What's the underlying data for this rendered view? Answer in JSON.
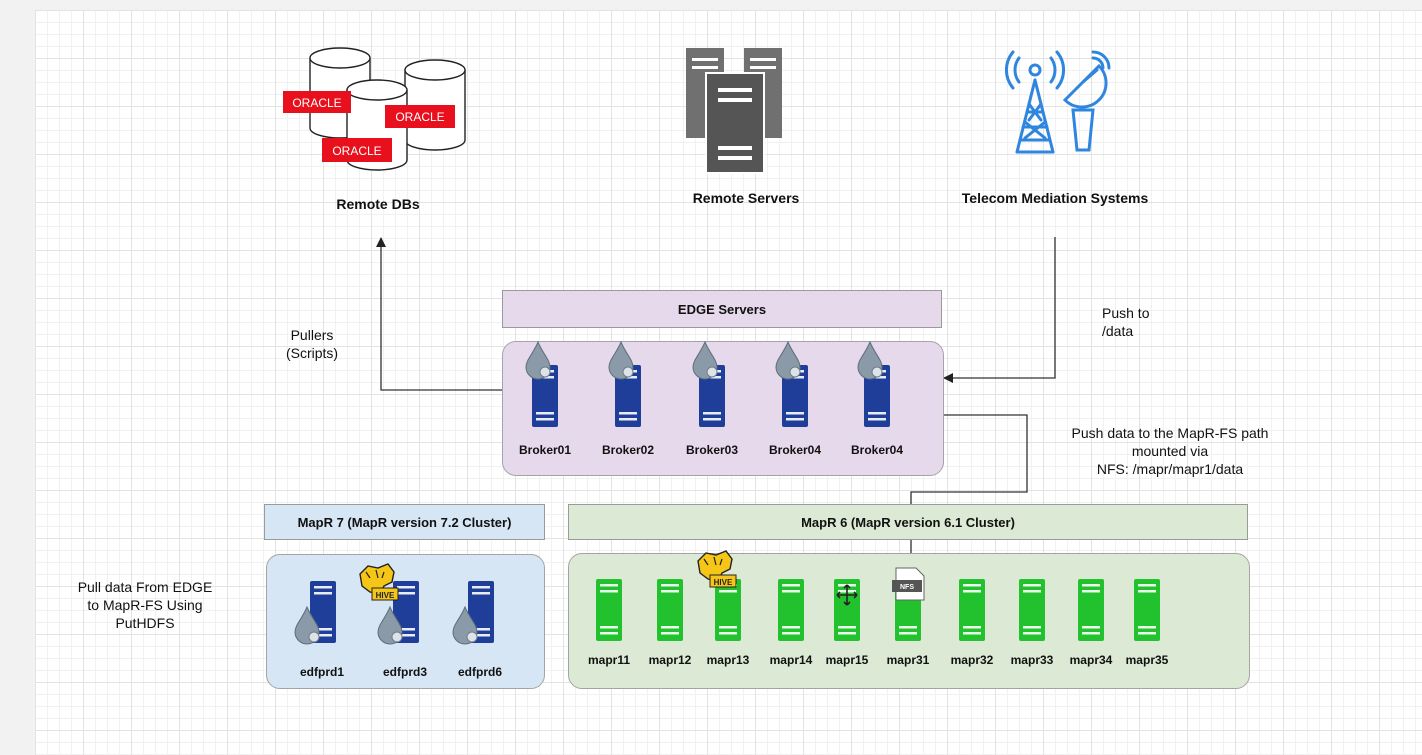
{
  "top": {
    "remote_dbs": {
      "label": "Remote DBs",
      "logo_text": "ORACLE"
    },
    "remote_servers": {
      "label": "Remote Servers"
    },
    "telecom": {
      "label": "Telecom Mediation Systems"
    }
  },
  "edge": {
    "title": "EDGE Servers",
    "brokers": [
      "Broker01",
      "Broker02",
      "Broker03",
      "Broker04",
      "Broker04"
    ]
  },
  "annotations": {
    "pullers": "Pullers\n(Scripts)",
    "push_to_data": "Push to\n/data",
    "push_mapr": "Push data to the MapR-FS path\nmounted via\nNFS: /mapr/mapr1/data",
    "pull_edge": "Pull data From EDGE\nto MapR-FS Using\nPutHDFS"
  },
  "mapr7": {
    "title": "MapR 7 (MapR version 7.2 Cluster)",
    "nodes": [
      "edfprd1",
      "edfprd3",
      "edfprd6"
    ]
  },
  "mapr6": {
    "title": "MapR 6 (MapR version 6.1 Cluster)",
    "nodes": [
      "mapr11",
      "mapr12",
      "mapr13",
      "mapr14",
      "mapr15",
      "mapr31",
      "mapr32",
      "mapr33",
      "mapr34",
      "mapr35"
    ]
  },
  "badges": {
    "hive": "HIVE",
    "nfs": "NFS"
  },
  "colors": {
    "edge_panel": "#e6d9ec",
    "mapr7_panel": "#d7e6f5",
    "mapr6_panel": "#dbe9d5",
    "navy_server": "#1f3e99",
    "green_server": "#22c22e",
    "oracle_red": "#e8101c"
  }
}
